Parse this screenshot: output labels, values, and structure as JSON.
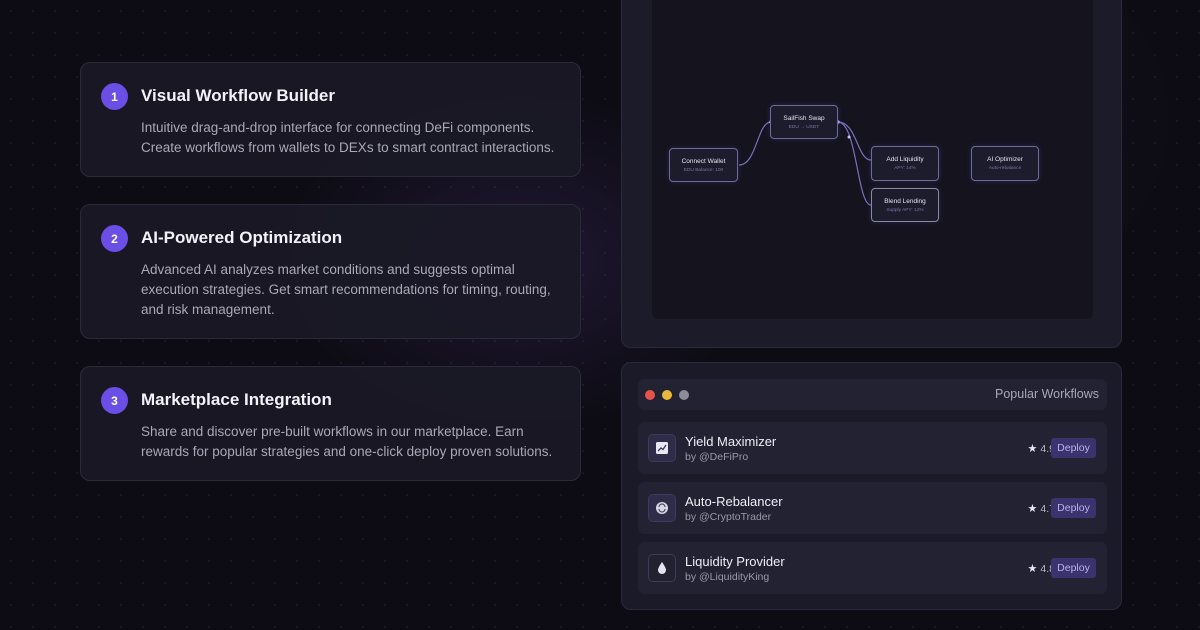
{
  "features": [
    {
      "number": "1",
      "title": "Visual Workflow Builder",
      "description": "Intuitive drag-and-drop interface for connecting DeFi components. Create workflows from wallets to DEXs to smart contract interactions."
    },
    {
      "number": "2",
      "title": "AI-Powered Optimization",
      "description": "Advanced AI analyzes market conditions and suggests optimal execution strategies. Get smart recommendations for timing, routing, and risk management."
    },
    {
      "number": "3",
      "title": "Marketplace Integration",
      "description": "Share and discover pre-built workflows in our marketplace. Earn rewards for popular strategies and one-click deploy proven solutions."
    }
  ],
  "canvas": {
    "nodes": [
      {
        "id": "connect-wallet",
        "title": "Connect Wallet",
        "subtitle": "EDU Balance: 100"
      },
      {
        "id": "sailfish-swap",
        "title": "SailFish Swap",
        "subtitle": "EDU → USDT"
      },
      {
        "id": "add-liquidity",
        "title": "Add Liquidity",
        "subtitle": "APY: 14%"
      },
      {
        "id": "blend-lending",
        "title": "Blend Lending",
        "subtitle": "Supply APY: 12%"
      },
      {
        "id": "ai-optimizer",
        "title": "AI Optimizer",
        "subtitle": "Auto-rebalance"
      }
    ]
  },
  "popular": {
    "title": "Popular Workflows",
    "window_dot_colors": [
      "#e5534b",
      "#e8b93a",
      "#8c8b99"
    ],
    "items": [
      {
        "icon": "chart-icon",
        "name": "Yield Maximizer",
        "author": "by @DeFiPro",
        "rating": "4.9",
        "action": "Deploy"
      },
      {
        "icon": "rebalance-icon",
        "name": "Auto-Rebalancer",
        "author": "by @CryptoTrader",
        "rating": "4.7",
        "action": "Deploy"
      },
      {
        "icon": "droplet-icon",
        "name": "Liquidity Provider",
        "author": "by @LiquidityKing",
        "rating": "4.8",
        "action": "Deploy"
      }
    ]
  },
  "colors": {
    "accent": "#6a4ee6",
    "deploy_button": "#3b336d",
    "background": "#0d0c14"
  }
}
